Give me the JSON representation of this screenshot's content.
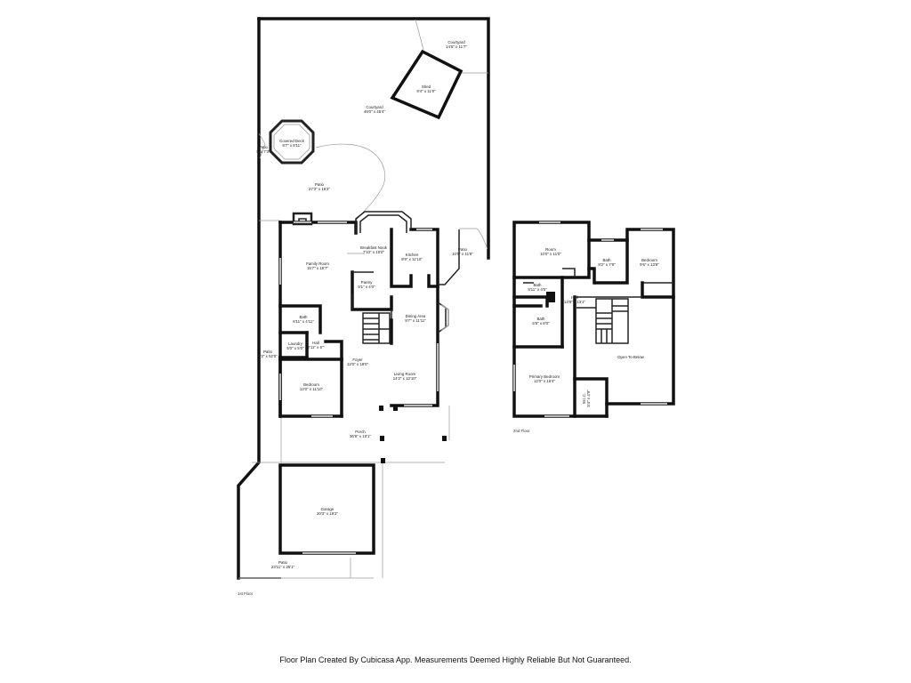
{
  "footer": "Floor Plan Created By Cubicasa App. Measurements Deemed Highly Reliable But Not Guaranteed.",
  "floors": {
    "first": {
      "label": "1st Floor",
      "rooms": [
        {
          "id": "courtyard-small",
          "name": "Courtyard",
          "dims": "14'6\" x 11'7\""
        },
        {
          "id": "shed",
          "name": "Shed",
          "dims": "9'4\" x 11'0\""
        },
        {
          "id": "courtyard-large",
          "name": "Courtyard",
          "dims": "49'0\" x 45'4\""
        },
        {
          "id": "covered-deck",
          "name": "Covered Deck",
          "dims": "8'7\" x 8'11\""
        },
        {
          "id": "patio-small",
          "name": "Patio",
          "dims": "5' x 7'3\""
        },
        {
          "id": "patio-back",
          "name": "Patio",
          "dims": "27'3\" x 16'3\""
        },
        {
          "id": "breakfast-nook",
          "name": "Breakfast Nook",
          "dims": "7'10\" x 10'0\""
        },
        {
          "id": "kitchen",
          "name": "Kitchen",
          "dims": "9'9\" x 11'10\""
        },
        {
          "id": "patio-side-right",
          "name": "Patio",
          "dims": "10'5\" x 11'8\""
        },
        {
          "id": "family-room",
          "name": "Family Room",
          "dims": "15'7\" x 15'7\""
        },
        {
          "id": "pantry",
          "name": "Pantry",
          "dims": "5'1\" x 4'0\""
        },
        {
          "id": "dining-area",
          "name": "Dining Area",
          "dims": "9'7\" x 11'11\""
        },
        {
          "id": "bath-1",
          "name": "Bath",
          "dims": "8'11\" x 4'11\""
        },
        {
          "id": "laundry",
          "name": "Laundry",
          "dims": "5'0\" x 5'0\""
        },
        {
          "id": "hall-1",
          "name": "Hall",
          "dims": "2'11\" x 5'\""
        },
        {
          "id": "foyer",
          "name": "Foyer",
          "dims": "12'0\" x 18'0\""
        },
        {
          "id": "patio-side-left",
          "name": "Patio",
          "dims": "6'2\" x 52'0\""
        },
        {
          "id": "living-room",
          "name": "Living Room",
          "dims": "14'2\" x 12'10\""
        },
        {
          "id": "bedroom-1",
          "name": "Bedroom",
          "dims": "12'0\" x 11'10\""
        },
        {
          "id": "porch",
          "name": "Porch",
          "dims": "36'8\" x 10'1\""
        },
        {
          "id": "garage",
          "name": "Garage",
          "dims": "20'3\" x 19'2\""
        },
        {
          "id": "patio-front",
          "name": "Patio",
          "dims": "23'11\" x 25'1\""
        }
      ]
    },
    "second": {
      "label": "2nd Floor",
      "rooms": [
        {
          "id": "room",
          "name": "Room",
          "dims": "10'0\" x 11'0\""
        },
        {
          "id": "bath-2",
          "name": "Bath",
          "dims": "8'2\" x 7'8\""
        },
        {
          "id": "bedroom-2",
          "name": "Bedroom",
          "dims": "9'6\" x 13'8\""
        },
        {
          "id": "bath-3",
          "name": "Bath",
          "dims": "8'11\" x 4'5\""
        },
        {
          "id": "hall-2",
          "name": "Hall",
          "dims": "14'8\" x 13'1\""
        },
        {
          "id": "bath-4",
          "name": "Bath",
          "dims": "6'8\" x 8'0\""
        },
        {
          "id": "open-to-below",
          "name": "Open To Below",
          "dims": ""
        },
        {
          "id": "primary-bedroom",
          "name": "Primary Bedroom",
          "dims": "12'0\" x 16'4\""
        },
        {
          "id": "wic",
          "name": "W.I.C.",
          "dims": "5'4\" x 4'9\""
        }
      ]
    }
  }
}
